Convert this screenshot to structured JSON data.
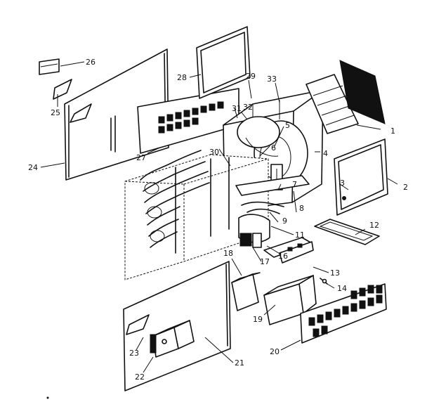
{
  "labels": {
    "p1": "1",
    "p2": "2",
    "p3": "3",
    "p4": "4",
    "p5": "5",
    "p6": "6",
    "p7": "7",
    "p8": "8",
    "p9": "9",
    "p11": "11",
    "p12": "12",
    "p13": "13",
    "p14": "14",
    "p16": "16",
    "p17": "17",
    "p18": "18",
    "p19": "19",
    "p20": "20",
    "p21": "21",
    "p22": "22",
    "p23": "23",
    "p24": "24",
    "p25": "25",
    "p26": "26",
    "p27": "27",
    "p28": "28",
    "p29": "29",
    "p30": "30",
    "p31": "31",
    "p32": "32",
    "p33": "33"
  }
}
